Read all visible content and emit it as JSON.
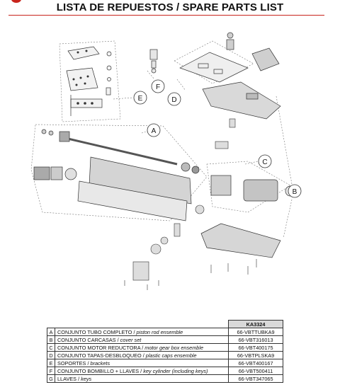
{
  "header": {
    "title": "LISTA DE REPUESTOS / SPARE PARTS LIST"
  },
  "diagram": {
    "callouts": [
      {
        "letter": "A"
      },
      {
        "letter": "B"
      },
      {
        "letter": "C"
      },
      {
        "letter": "D"
      },
      {
        "letter": "E"
      },
      {
        "letter": "F"
      }
    ]
  },
  "table": {
    "model_header": "KA3324",
    "rows": [
      {
        "letter": "A",
        "desc_es": "CONJUNTO TUBO COMPLETO",
        "desc_en": "piston rod ensemble",
        "code": "66-VBTTUBKA9"
      },
      {
        "letter": "B",
        "desc_es": "CONJUNTO CARCASAS",
        "desc_en": "cover set",
        "code": "66-VBT316013"
      },
      {
        "letter": "C",
        "desc_es": "CONJUNTO MOTOR REDUCTORA",
        "desc_en": "motor gear box ensemble",
        "code": "66-VBT400175"
      },
      {
        "letter": "D",
        "desc_es": "CONJUNTO TAPAS-DESBLOQUEO",
        "desc_en": "plastic caps ensemble",
        "code": "66-VBTPLSKA9"
      },
      {
        "letter": "E",
        "desc_es": "SOPORTES",
        "desc_en": "brackets",
        "code": "66-VBT400167"
      },
      {
        "letter": "F",
        "desc_es": "CONJUNTO BOMBILLO + LLAVES",
        "desc_en": "key cylinder (including keys)",
        "code": "66-VBT500411"
      },
      {
        "letter": "G",
        "desc_es": "LLAVES",
        "desc_en": "keys",
        "code": "66-VBT347065"
      }
    ]
  }
}
